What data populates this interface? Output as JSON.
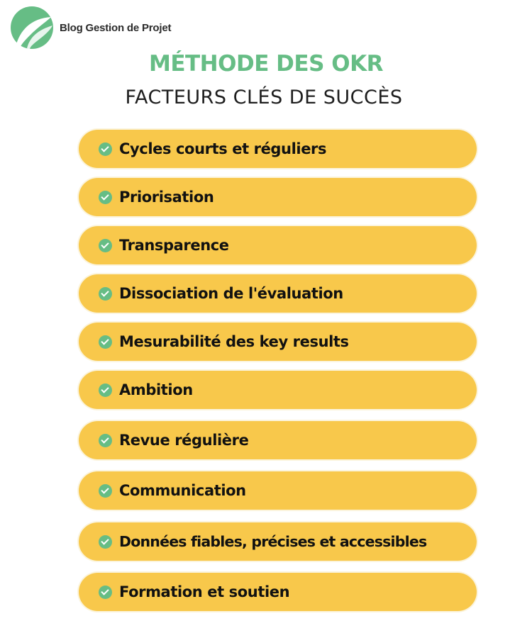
{
  "brand": {
    "name": "Blog Gestion de Projet",
    "logo_icon": "leaf-logo-icon",
    "logo_color": "#66bd85"
  },
  "title": "MÉTHODE DES OKR",
  "subtitle": "FACTEURS CLÉS DE SUCCÈS",
  "colors": {
    "accent": "#66bd85",
    "pill": "#f8c84b",
    "text": "#111111"
  },
  "items": [
    {
      "label": "Cycles courts et réguliers",
      "icon": "check-circle-icon"
    },
    {
      "label": "Priorisation",
      "icon": "check-circle-icon"
    },
    {
      "label": "Transparence",
      "icon": "check-circle-icon"
    },
    {
      "label": "Dissociation de l'évaluation",
      "icon": "check-circle-icon"
    },
    {
      "label": "Mesurabilité des key results",
      "icon": "check-circle-icon"
    },
    {
      "label": "Ambition",
      "icon": "check-circle-icon"
    },
    {
      "label": "Revue régulière",
      "icon": "check-circle-icon"
    },
    {
      "label": "Communication",
      "icon": "check-circle-icon"
    },
    {
      "label": "Données fiables, précises et accessibles",
      "icon": "check-circle-icon"
    },
    {
      "label": "Formation et soutien",
      "icon": "check-circle-icon"
    }
  ]
}
